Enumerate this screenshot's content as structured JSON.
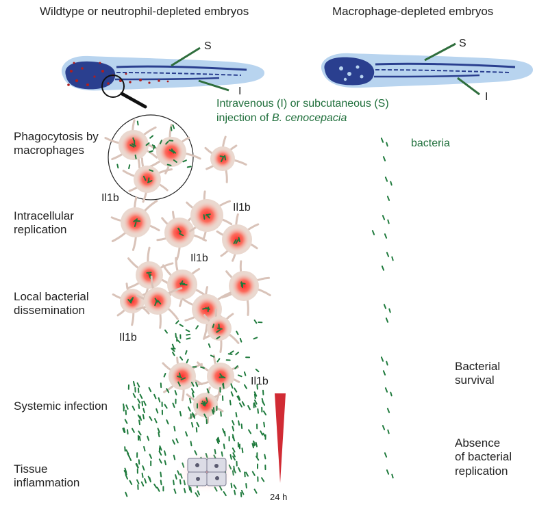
{
  "headers": {
    "left": "Wildtype or neutrophil-depleted embryos",
    "right": "Macrophage-depleted embryos"
  },
  "injection": {
    "line1": "Intravenous (I) or subcutaneous (S)",
    "line2_prefix": "injection of ",
    "line2_species": "B. cenocepacia"
  },
  "site_labels": {
    "subcutaneous": "S",
    "intravenous": "I"
  },
  "stages": [
    {
      "line1": "Phagocytosis by",
      "line2": "macrophages"
    },
    {
      "line1": "Intracellular",
      "line2": "replication"
    },
    {
      "line1": "Local bacterial",
      "line2": "dissemination"
    },
    {
      "line1": "Systemic infection",
      "line2": ""
    },
    {
      "line1": "Tissue",
      "line2": "inflammation"
    }
  ],
  "cytokine_label": "Il1b",
  "bacteria_label": "bacteria",
  "right_outcomes": [
    {
      "line1": "Bacterial",
      "line2": "survival"
    },
    {
      "line1": "Absence",
      "line2": "of bacterial",
      "line3": "replication"
    }
  ],
  "timeline": {
    "end_label": "24 h"
  },
  "colors": {
    "embryo_fill": "#b8d4ef",
    "embryo_dark": "#2a3f8f",
    "arrow": "#d12b34",
    "bacteria": "#1e7a3c",
    "macrophage_body": "#ead8cf",
    "macrophage_core": "#ff3b3b",
    "text_green": "#1e6e3a"
  }
}
